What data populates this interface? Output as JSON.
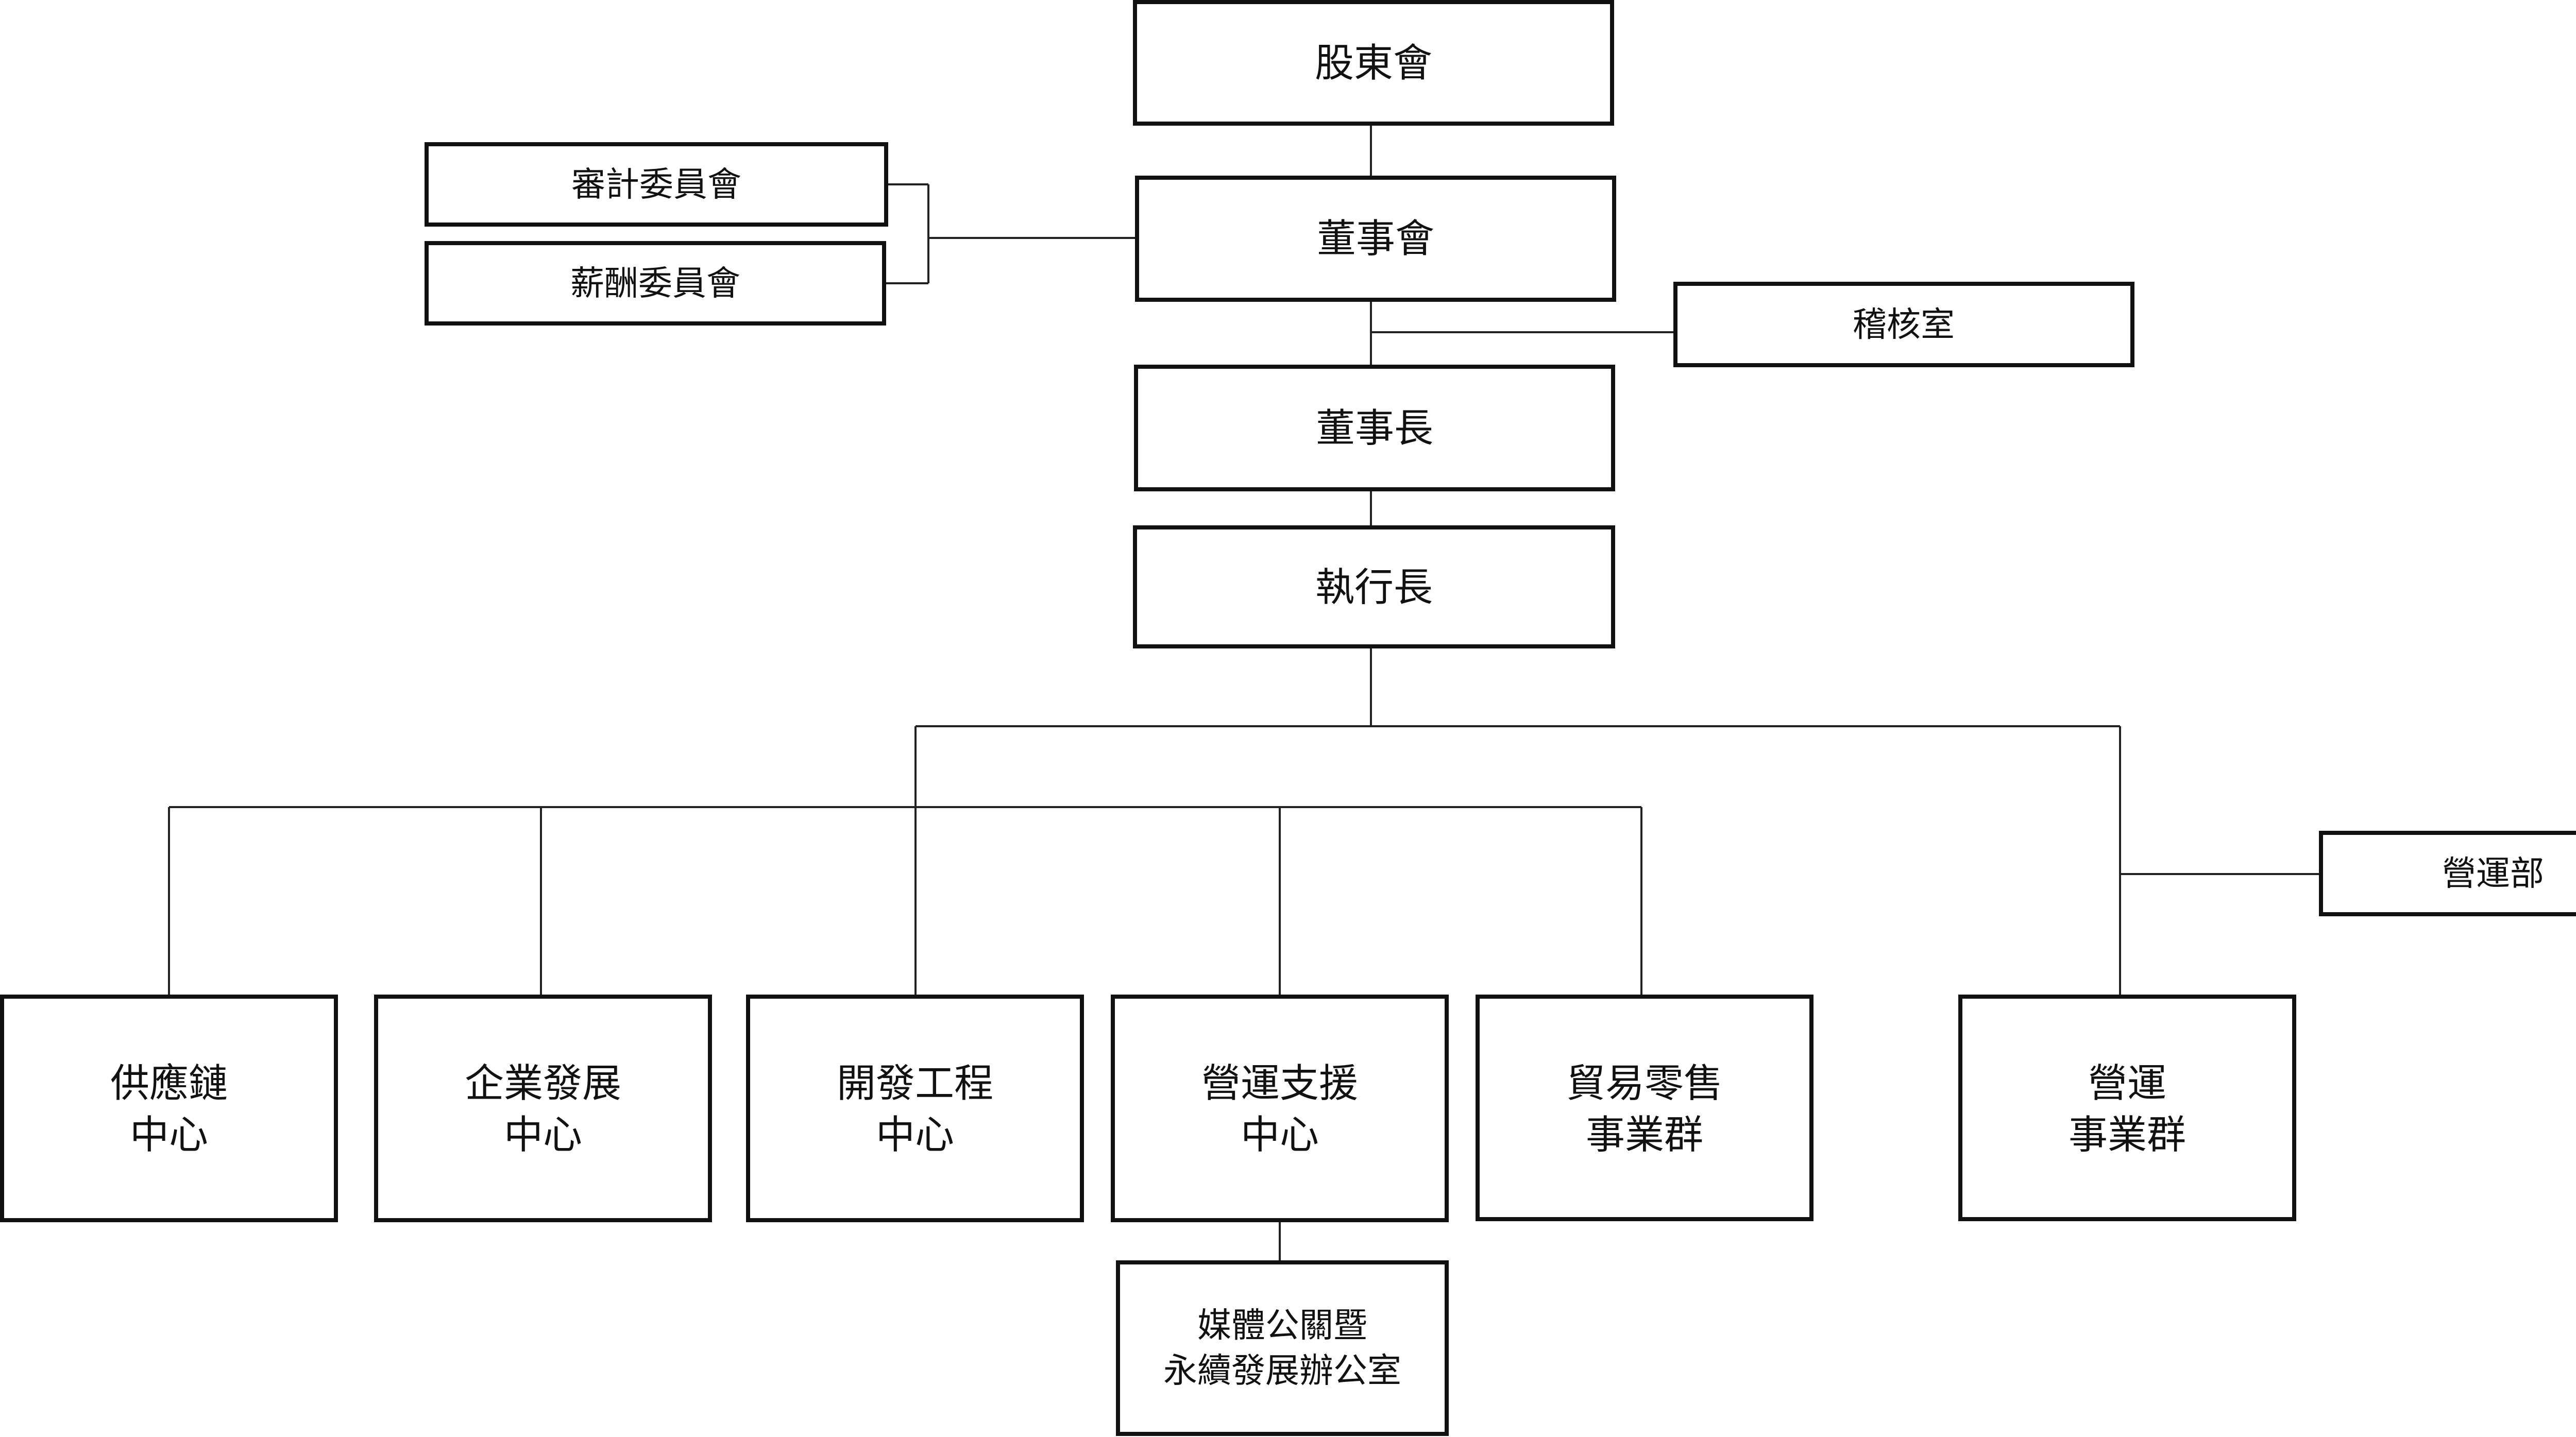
{
  "chart": {
    "shareholders": "股東會",
    "board": "董事會",
    "audit_committee": "審計委員會",
    "compensation_committee": "薪酬委員會",
    "internal_audit": "稽核室",
    "chairman": "董事長",
    "ceo": "執行長",
    "operations_department": "營運部",
    "supply_chain": [
      "供應鏈",
      "中心"
    ],
    "corporate_development": [
      "企業發展",
      "中心"
    ],
    "development_engineering": [
      "開發工程",
      "中心"
    ],
    "operations_support": [
      "營運支援",
      "中心"
    ],
    "trade_retail": [
      "貿易零售",
      "事業群"
    ],
    "operations_group": [
      "營運",
      "事業群"
    ],
    "media_pr_sustainability": [
      "媒體公關暨",
      "永續發展辦公室"
    ]
  }
}
